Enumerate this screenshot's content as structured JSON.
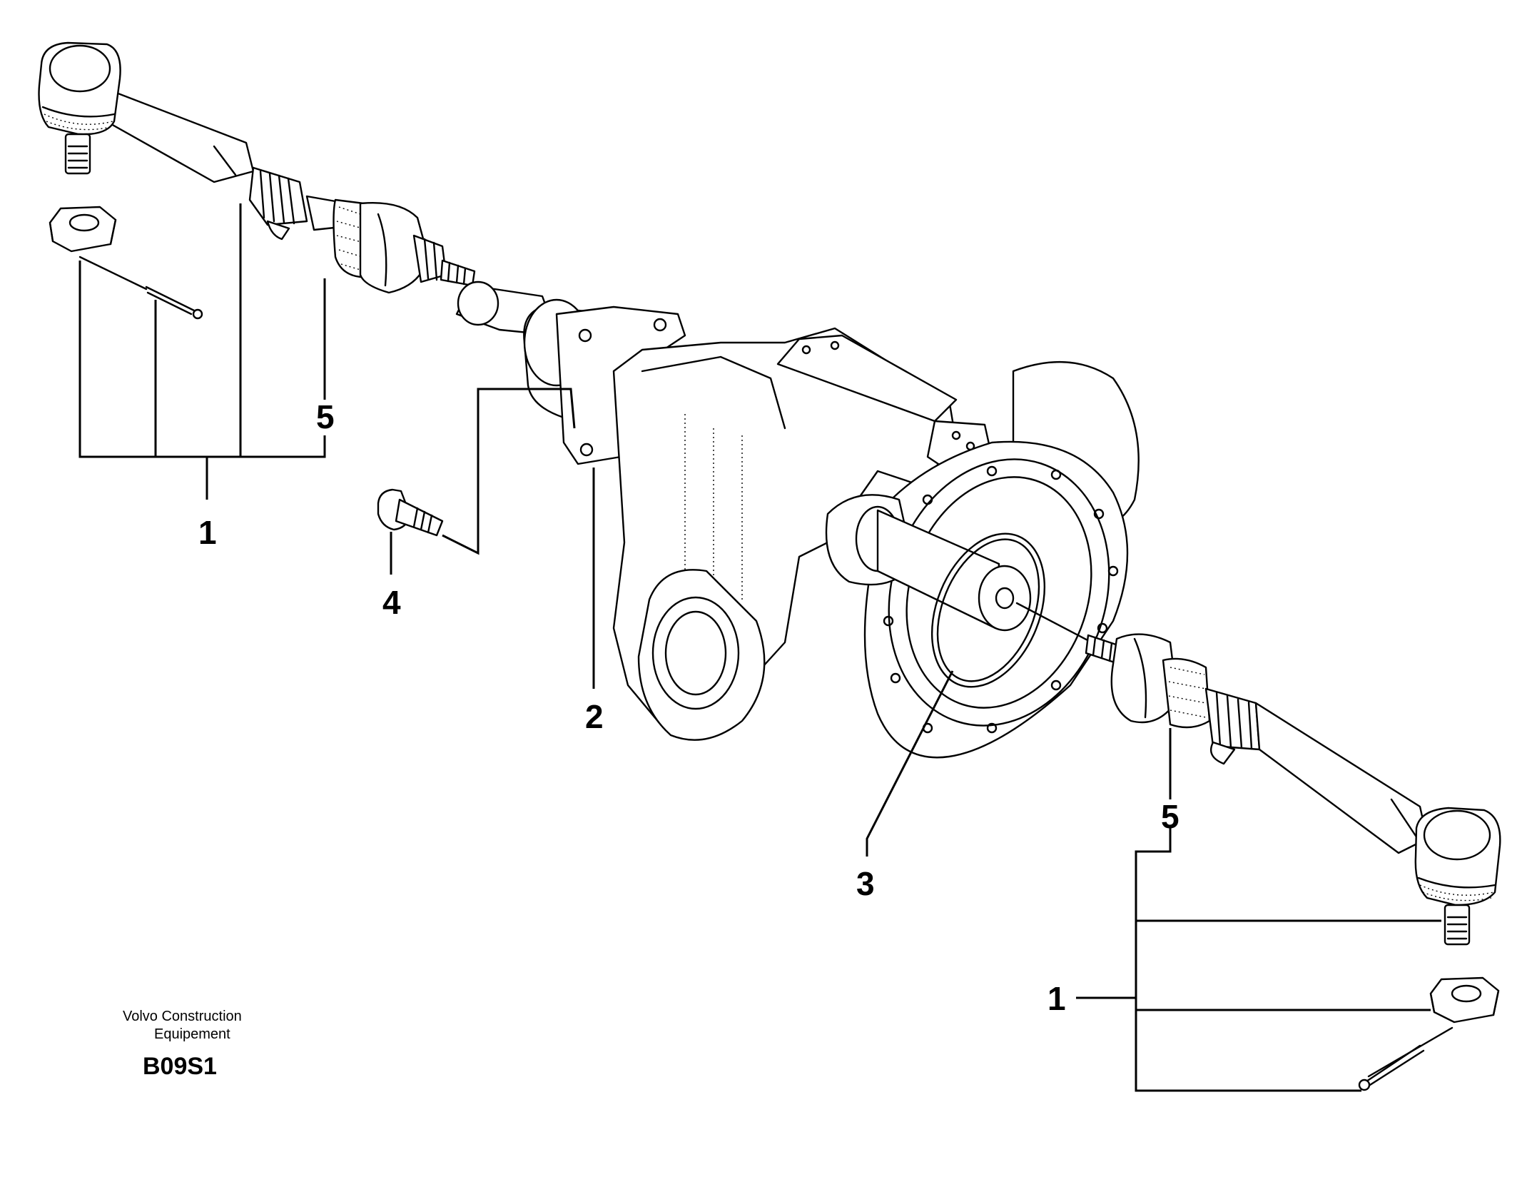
{
  "callouts": {
    "c1_left": "1",
    "c1_right": "1",
    "c2": "2",
    "c3": "3",
    "c4": "4",
    "c5_left": "5",
    "c5_right": "5"
  },
  "footer": {
    "brand_line1": "Volvo Construction",
    "brand_line2": "Equipement",
    "drawing_code": "B09S1"
  }
}
